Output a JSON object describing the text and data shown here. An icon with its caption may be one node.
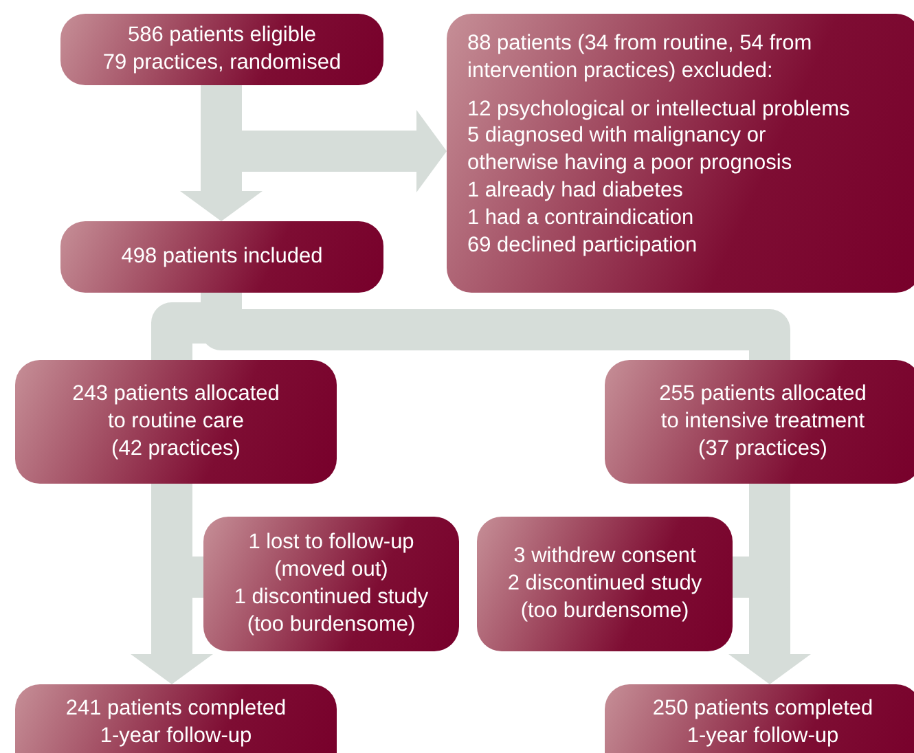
{
  "diagram": {
    "nodes": [
      {
        "text": [
          "586 patients eligible",
          "79 practices, randomised"
        ]
      },
      {
        "text": [
          "88 patients (34 from routine, 54 from intervention practices) excluded:",
          "12 psychological or intellectual problems",
          "5 diagnosed with malignancy or otherwise having a poor prognosis",
          "1 already had diabetes",
          "1 had a contraindication",
          "69 declined participation"
        ]
      },
      {
        "text": [
          "498 patients included"
        ]
      },
      {
        "text": [
          "243 patients allocated to routine care",
          "(42 practices)"
        ]
      },
      {
        "text": [
          "255 patients allocated to intensive treatment",
          "(37 practices)"
        ]
      },
      {
        "text": [
          "1 lost to follow-up (moved out)",
          "1 discontinued study (too burdensome)"
        ]
      },
      {
        "text": [
          "3 withdrew consent",
          "2 discontinued study (too burdensome)"
        ]
      },
      {
        "text": [
          "241 patients completed 1-year follow-up"
        ]
      },
      {
        "text": [
          "250 patients completed 1-year follow-up"
        ]
      }
    ],
    "edges": [
      {
        "from": 0,
        "to": 2,
        "arrow": "to"
      },
      {
        "from": 0,
        "to": 1,
        "arrow": "to"
      },
      {
        "from": 2,
        "to": 3,
        "arrow": "none"
      },
      {
        "from": 2,
        "to": 4,
        "arrow": "none"
      },
      {
        "from": 3,
        "to": 7,
        "arrow": "to"
      },
      {
        "from": 3,
        "to": 5,
        "arrow": "none"
      },
      {
        "from": 4,
        "to": 8,
        "arrow": "to"
      },
      {
        "from": 4,
        "to": 6,
        "arrow": "none"
      }
    ]
  }
}
